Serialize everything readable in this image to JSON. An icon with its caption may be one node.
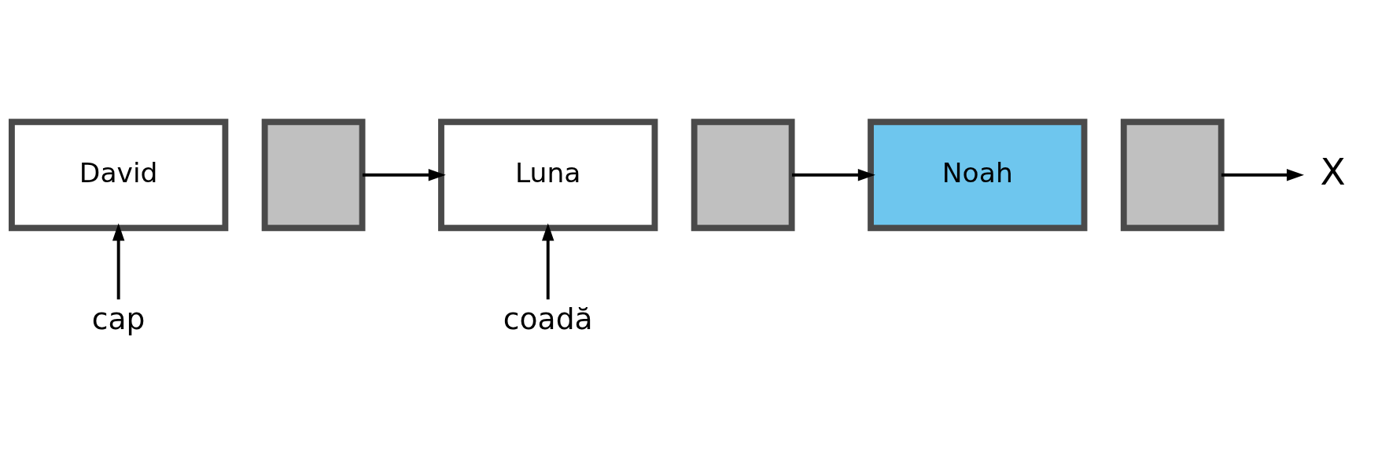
{
  "diagram": {
    "nodes": [
      {
        "text": [
          "David"
        ]
      },
      {
        "text": [],
        "shape": "box"
      },
      {
        "text": [
          "Luna"
        ]
      },
      {
        "text": [],
        "shape": "box"
      },
      {
        "text": [
          "Noah"
        ]
      },
      {
        "text": [],
        "shape": "box"
      },
      {
        "text": [
          "X"
        ]
      },
      {
        "text": [
          "cap"
        ]
      },
      {
        "text": [
          "coadă"
        ]
      }
    ],
    "edges": [
      {
        "from": 1,
        "to": 2,
        "arrow": "to"
      },
      {
        "from": 3,
        "to": 4,
        "arrow": "to"
      },
      {
        "from": 5,
        "to": 6,
        "arrow": "to"
      },
      {
        "from": 7,
        "to": 0,
        "arrow": "to"
      },
      {
        "from": 8,
        "to": 2,
        "arrow": "to"
      }
    ]
  }
}
